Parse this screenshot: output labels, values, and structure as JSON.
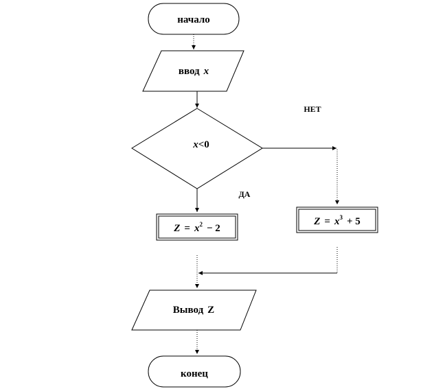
{
  "flowchart": {
    "start": {
      "label": "начало"
    },
    "input": {
      "label": "ввод",
      "var": "x"
    },
    "decision": {
      "var": "x",
      "op": "<0"
    },
    "branch_no": {
      "label": "НЕТ"
    },
    "branch_yes": {
      "label": "ДА"
    },
    "process_yes": {
      "lhs": "Z",
      "eq": "=",
      "base": "x",
      "exp": "2",
      "rest": "− 2"
    },
    "process_no": {
      "lhs": "Z",
      "eq": "=",
      "base": "x",
      "exp": "3",
      "rest": "+ 5"
    },
    "output": {
      "label": "Вывод",
      "var": "Z"
    },
    "end": {
      "label": "конец"
    }
  }
}
